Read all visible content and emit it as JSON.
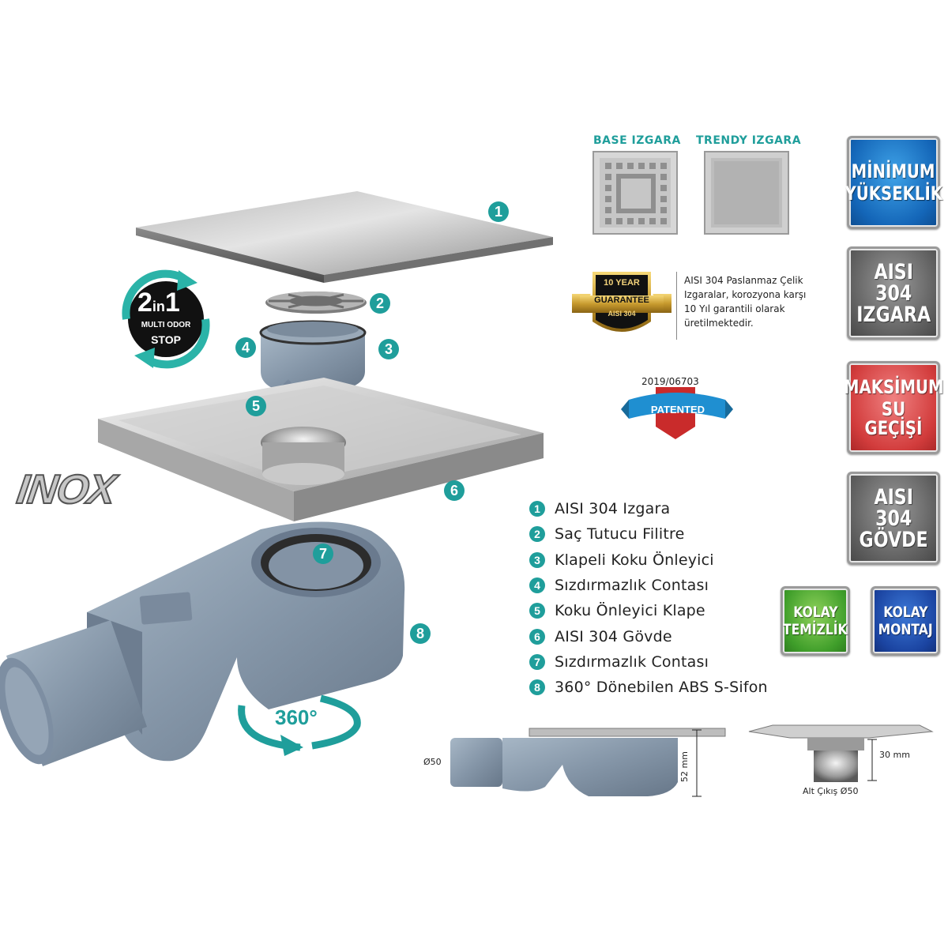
{
  "colors": {
    "teal": "#1f9e9b",
    "steel_light": "#d8d8d8",
    "steel_dark": "#8c8c8c",
    "abs_blue_grey": "#8ea2b4",
    "gold": "#c79a2e"
  },
  "grates": {
    "base_label": "BASE IZGARA",
    "trendy_label": "TRENDY IZGARA"
  },
  "guarantee": {
    "seal_line1": "10 YEAR",
    "seal_line2": "GUARANTEE",
    "seal_line3": "AISI 304",
    "text_lines": [
      "AISI 304 Paslanmaz Çelik",
      "Izgaralar, korozyona karşı",
      "10 Yıl garantili olarak",
      "üretilmektedir."
    ]
  },
  "patent": {
    "number": "2019/06703",
    "label": "PATENTED"
  },
  "two_in_one": {
    "big": "2",
    "in": "in",
    "one": "1",
    "line1": "MULTI ODOR",
    "line2": "STOP"
  },
  "inox": "INOX",
  "rotation": "360°",
  "part_numbers": [
    "1",
    "2",
    "3",
    "4",
    "5",
    "6",
    "7",
    "8"
  ],
  "legend": [
    {
      "num": "1",
      "text": "AISI 304 Izgara"
    },
    {
      "num": "2",
      "text": "Saç Tutucu Filitre"
    },
    {
      "num": "3",
      "text": "Klapeli Koku Önleyici"
    },
    {
      "num": "4",
      "text": "Sızdırmazlık Contası"
    },
    {
      "num": "5",
      "text": "Koku Önleyici Klape"
    },
    {
      "num": "6",
      "text": "AISI 304 Gövde"
    },
    {
      "num": "7",
      "text": "Sızdırmazlık Contası"
    },
    {
      "num": "8",
      "text": "360° Dönebilen ABS S-Sifon"
    }
  ],
  "features": {
    "min_height": [
      "MİNİMUM",
      "YÜKSEKLİK"
    ],
    "aisi_grate": [
      "AISI",
      "304",
      "IZGARA"
    ],
    "max_flow": [
      "MAKSİMUM",
      "SU GEÇİŞİ"
    ],
    "aisi_body": [
      "AISI",
      "304",
      "GÖVDE"
    ],
    "easy_clean": [
      "KOLAY",
      "TEMİZLİK"
    ],
    "easy_mount": [
      "KOLAY",
      "MONTAJ"
    ]
  },
  "dimensions": {
    "outlet_diameter": "Ø50",
    "height_side": "52 mm",
    "height_bottom": "30 mm",
    "bottom_outlet": "Alt Çıkış Ø50"
  }
}
